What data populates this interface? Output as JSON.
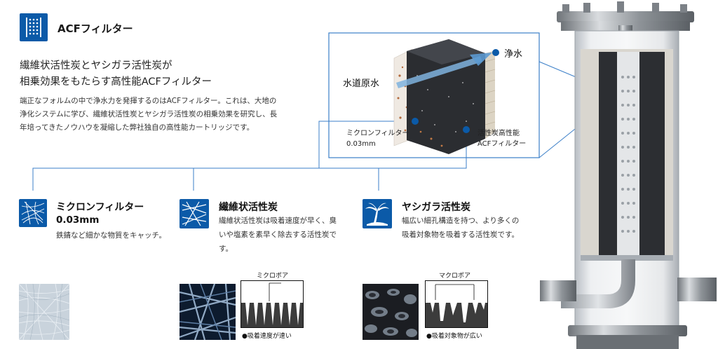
{
  "header": {
    "title": "ACFフィルター"
  },
  "intro": {
    "lead_line1": "繊維状活性炭とヤシガラ活性炭が",
    "lead_line2": "相乗効果をもたらす高性能ACFフィルター",
    "body_line1": "端正なフォルムの中で浄水力を発揮するのはACFフィルター。これは、大地の",
    "body_line2": "浄化システムに学び、繊維状活性炭とヤシガラ活性炭の相乗効果を研究し、長",
    "body_line3": "年培ってきたノウハウを凝縮した弊社独自の高性能カートリッジです。"
  },
  "diagram": {
    "clean_water": "浄水",
    "raw_water": "水道原水",
    "micron_label_line1": "ミクロンフィルター",
    "micron_label_line2": "0.03mm",
    "acf_label_line1": "活性炭高性能",
    "acf_label_line2": "ACFフィルター"
  },
  "cards": [
    {
      "title": "ミクロンフィルター",
      "subtitle": "0.03mm",
      "body_line1": "鉄錆など細かな物質をキャッチ。",
      "body_line2": "",
      "icon": "fiber-mesh-icon"
    },
    {
      "title": "繊維状活性炭",
      "subtitle": "",
      "body_line1": "繊維状活性炭は吸着速度が早く、臭",
      "body_line2": "いや塩素を素早く除去する活性炭で",
      "body_line3": "す。",
      "icon": "fiber-strands-icon"
    },
    {
      "title": "ヤシガラ活性炭",
      "subtitle": "",
      "body_line1": "幅広い細孔構造を持つ、より多くの",
      "body_line2": "吸着対象物を吸着する活性炭です。",
      "icon": "palm-tree-icon"
    }
  ],
  "pores": {
    "micro_caption": "ミクロポア",
    "micro_foot": "●吸着速度が速い",
    "macro_caption": "マクロポア",
    "macro_foot": "●吸着対象物が広い"
  },
  "colors": {
    "brand_blue": "#0b5aa8",
    "line_blue": "#3b7fc8"
  }
}
